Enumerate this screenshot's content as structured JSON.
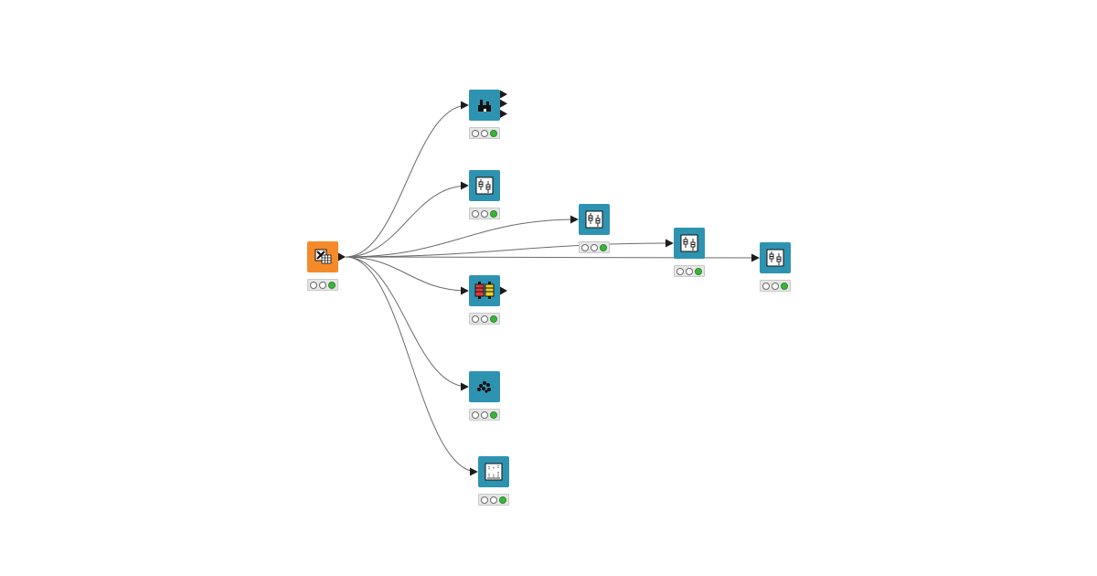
{
  "colors": {
    "reader": "#f58a2a",
    "node": "#2e93b0",
    "edge": "#6b6b6b",
    "port": "#1c1c1c",
    "status_ok": "#3cb43c",
    "status_off": "#ffffff"
  },
  "nodes": [
    {
      "id": "excel-reader",
      "icon": "excel-reader-icon",
      "color": "reader",
      "status": [
        "off",
        "off",
        "ok"
      ]
    },
    {
      "id": "data-explorer",
      "icon": "data-explorer-icon",
      "color": "node",
      "status": [
        "off",
        "off",
        "ok"
      ]
    },
    {
      "id": "box-plot-1",
      "icon": "box-plot-icon",
      "color": "node",
      "status": [
        "off",
        "off",
        "ok"
      ]
    },
    {
      "id": "box-plot-2",
      "icon": "box-plot-icon",
      "color": "node",
      "status": [
        "off",
        "off",
        "ok"
      ]
    },
    {
      "id": "box-plot-3",
      "icon": "box-plot-icon",
      "color": "node",
      "status": [
        "off",
        "off",
        "ok"
      ]
    },
    {
      "id": "box-plot-4",
      "icon": "box-plot-icon",
      "color": "node",
      "status": [
        "off",
        "off",
        "ok"
      ]
    },
    {
      "id": "color-manager",
      "icon": "color-manager-icon",
      "color": "node",
      "status": [
        "off",
        "off",
        "ok"
      ]
    },
    {
      "id": "scatter-plot",
      "icon": "scatter-plot-icon",
      "color": "node",
      "status": [
        "off",
        "off",
        "ok"
      ]
    },
    {
      "id": "stacked-plot",
      "icon": "stacked-plot-icon",
      "color": "node",
      "status": [
        "off",
        "off",
        "ok"
      ]
    }
  ],
  "edges": [
    {
      "from": "excel-reader",
      "to": "data-explorer"
    },
    {
      "from": "excel-reader",
      "to": "box-plot-1"
    },
    {
      "from": "excel-reader",
      "to": "box-plot-2"
    },
    {
      "from": "excel-reader",
      "to": "box-plot-3"
    },
    {
      "from": "excel-reader",
      "to": "box-plot-4"
    },
    {
      "from": "excel-reader",
      "to": "color-manager"
    },
    {
      "from": "excel-reader",
      "to": "scatter-plot"
    },
    {
      "from": "excel-reader",
      "to": "stacked-plot"
    }
  ]
}
